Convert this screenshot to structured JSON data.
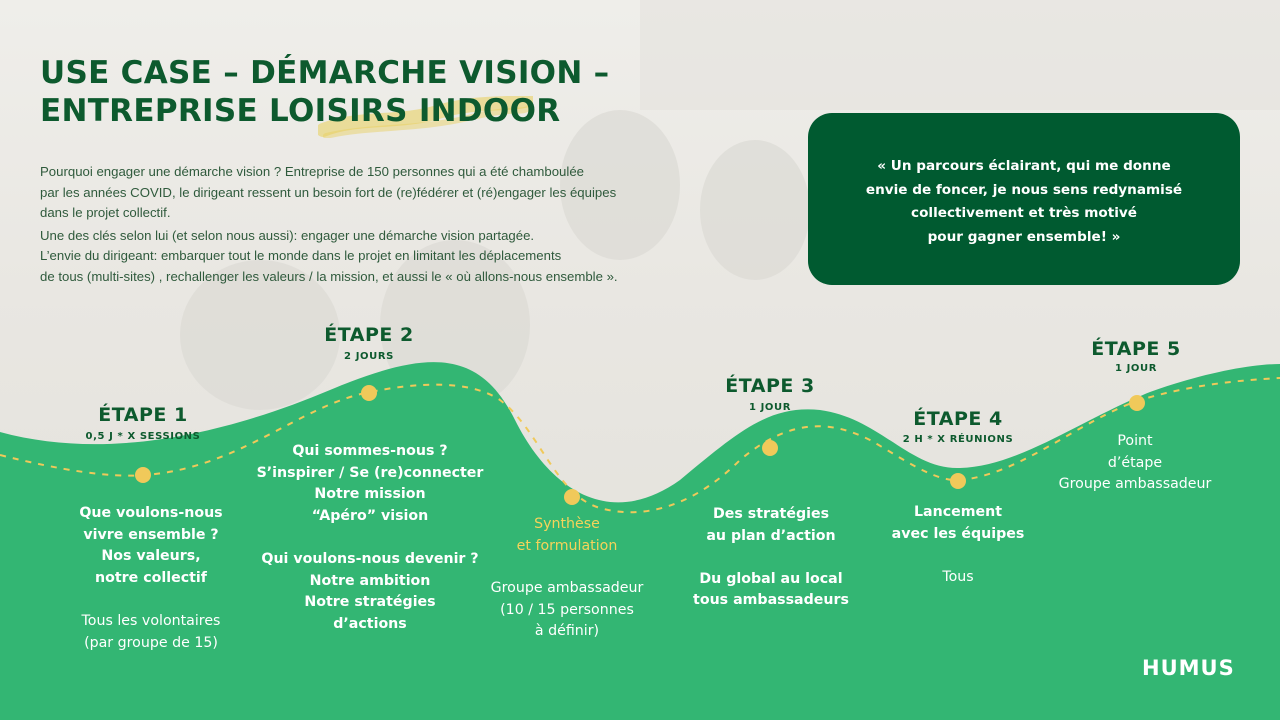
{
  "title": {
    "line1": "USE CASE –  DÉMARCHE VISION –",
    "line2": "ENTREPRISE LOISIRS INDOOR"
  },
  "intro": {
    "lines": [
      "Pourquoi engager une démarche vision ?  Entreprise de 150 personnes qui a été chamboulée",
      "par les années COVID, le dirigeant ressent un besoin fort de (re)fédérer et (ré)engager les équipes",
      "dans le projet collectif.",
      "Une des clés selon lui (et selon nous aussi): engager une démarche vision partagée.",
      "L’envie du dirigeant:  embarquer tout le monde dans le projet en limitant les déplacements",
      "de tous (multi-sites)  , rechallenger les valeurs / la mission, et aussi le « où allons-nous ensemble »."
    ]
  },
  "quote": {
    "lines": [
      "« Un parcours éclairant, qui me donne",
      "envie de foncer, je nous sens redynamisé",
      "collectivement et très motivé",
      "pour gagner ensemble! »"
    ]
  },
  "colors": {
    "dark_green": "#005a30",
    "title_green": "#0d5a2e",
    "wave_green": "#33b673",
    "dot_yellow": "#f0c95a"
  },
  "stages": [
    {
      "title": "ÉTAPE 1",
      "subtitle": "0,5 J * X SESSIONS",
      "lines": [
        "Que voulons-nous",
        "vivre ensemble  ?",
        "Nos valeurs,",
        "notre collectif",
        "",
        "Tous les volontaires",
        " (par groupe de 15)"
      ]
    },
    {
      "title": "ÉTAPE 2",
      "subtitle": "2 JOURS",
      "lines": [
        "Qui sommes-nous  ?",
        "S’inspirer  / Se (re)connecter",
        "Notre mission",
        "“Apéro”  vision",
        "",
        "Qui voulons-nous  devenir ?",
        "Notre ambition",
        "Notre stratégies",
        "d’actions"
      ]
    },
    {
      "title": "",
      "subtitle": "",
      "highlight": [
        "Synthèse",
        "et formulation"
      ],
      "lines": [
        "Groupe ambassadeur",
        "(10 / 15 personnes",
        "à définir)"
      ]
    },
    {
      "title": "ÉTAPE 3",
      "subtitle": "1  JOUR",
      "lines": [
        "Des stratégies",
        "au plan d’action",
        "",
        "Du global  au local",
        "tous ambassadeurs"
      ]
    },
    {
      "title": "ÉTAPE 4",
      "subtitle": "2 H * X RÉUNIONS",
      "lines": [
        "Lancement",
        "avec les équipes",
        "",
        "Tous"
      ]
    },
    {
      "title": "ÉTAPE 5",
      "subtitle": "1  JOUR",
      "lines": [
        "Point",
        "d’étape",
        "Groupe ambassadeur"
      ]
    }
  ],
  "logo": {
    "text": "HUMUS"
  }
}
